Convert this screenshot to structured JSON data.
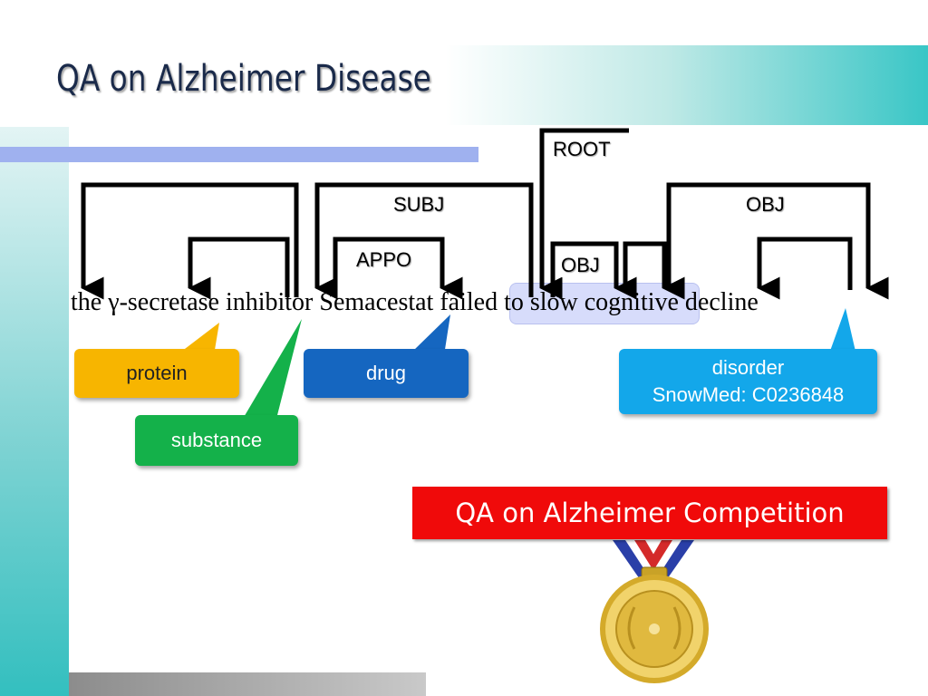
{
  "title": "QA on Alzheimer Disease",
  "sentence": "the γ-secretase inhibitor Semacestat failed to slow cognitive decline",
  "dependency_labels": {
    "root": "ROOT",
    "subj": "SUBJ",
    "appo": "APPO",
    "obj_small": "OBJ",
    "obj_large": "OBJ"
  },
  "callouts": {
    "protein": "protein",
    "drug": "drug",
    "substance": "substance",
    "disorder": "disorder",
    "disorder_code": "SnowMed: C0236848"
  },
  "banner": "QA on Alzheimer Competition",
  "icons": [
    "gold-medal-icon"
  ],
  "colors": {
    "protein": "#f7b500",
    "drug": "#1566c0",
    "substance": "#14b14a",
    "disorder": "#13a7ea",
    "banner": "#f00a0a",
    "highlight": "#d7dcfb"
  }
}
